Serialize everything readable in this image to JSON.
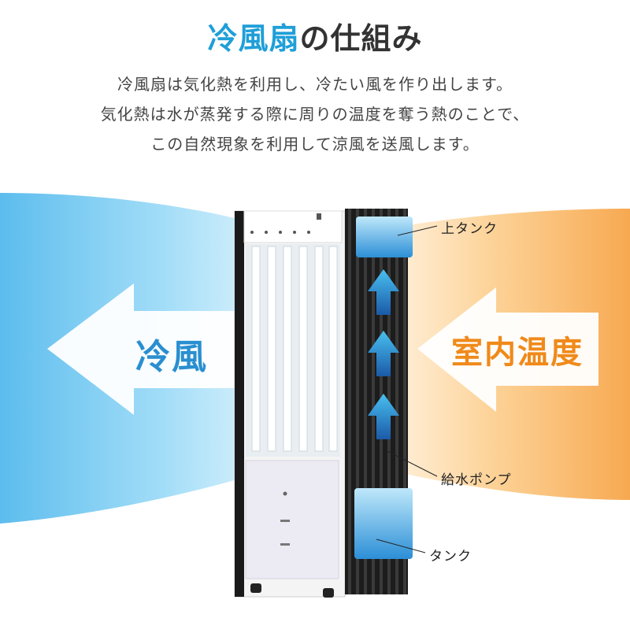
{
  "title": {
    "accent": "冷風扇",
    "rest": "の仕組み"
  },
  "description": [
    "冷風扇は気化熱を利用し、冷たい風を作り出します。",
    "気化熱は水が蒸発する際に周りの温度を奪う熱のことで、",
    "この自然現象を利用して涼風を送風します。"
  ],
  "labels": {
    "cool_wind": "冷風",
    "room_temp": "室内温度"
  },
  "callouts": {
    "upper_tank": "上タンク",
    "pump": "給水ポンプ",
    "tank": "タンク"
  },
  "colors": {
    "accent_blue": "#1f9fd8",
    "cool_blue": "#2a8fd0",
    "warm_orange": "#f08a1a",
    "water": "#4fb3e8"
  }
}
